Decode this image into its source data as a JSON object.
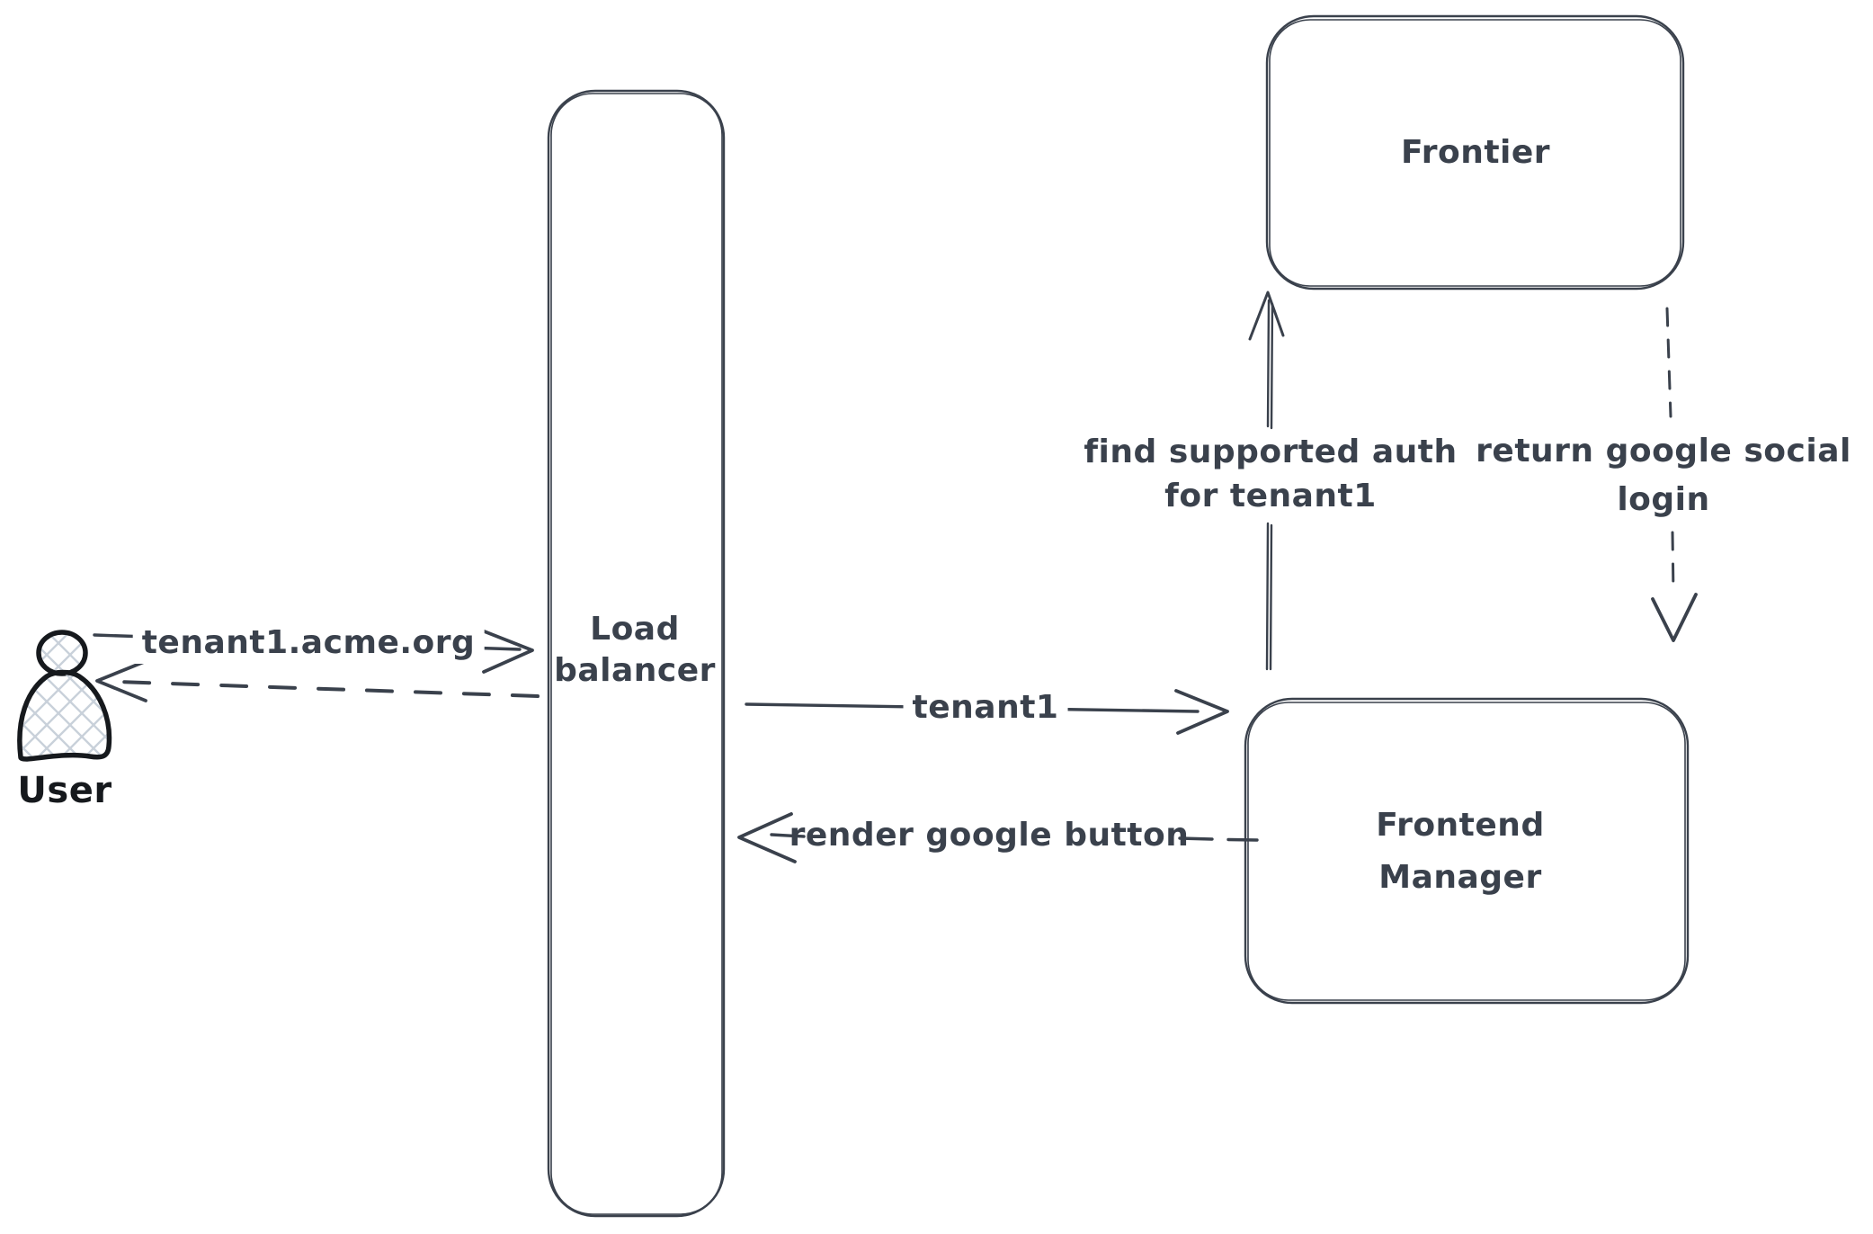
{
  "diagram_type": "hand-drawn architecture / sequence diagram",
  "nodes": {
    "user": {
      "label": "User",
      "icon": "person-icon"
    },
    "load_balancer": {
      "lines": [
        "Load",
        "balancer"
      ]
    },
    "frontier": {
      "label": "Frontier"
    },
    "frontend_manager": {
      "lines": [
        "Frontend",
        "Manager"
      ]
    }
  },
  "edges": {
    "user_to_load_balancer": {
      "label": "tenant1.acme.org",
      "line_style": "solid",
      "arrow": "right"
    },
    "load_balancer_to_user": {
      "line_style": "dashed",
      "arrow": "left"
    },
    "load_balancer_to_frontend_manager": {
      "label": "tenant1",
      "line_style": "solid",
      "arrow": "right"
    },
    "frontend_manager_to_load_balancer": {
      "label": "render google button",
      "line_style": "dashed",
      "arrow": "left"
    },
    "frontend_manager_to_frontier": {
      "lines": [
        "find supported auth",
        "for tenant1"
      ],
      "line_style": "solid",
      "arrow": "up"
    },
    "frontier_to_frontend_manager": {
      "lines": [
        "return google social",
        "login"
      ],
      "line_style": "dashed",
      "arrow": "down"
    }
  },
  "colors": {
    "stroke": "#3a414c",
    "user_stroke": "#16191d",
    "hatch_fill": "#c9d1da",
    "background": "#ffffff"
  }
}
